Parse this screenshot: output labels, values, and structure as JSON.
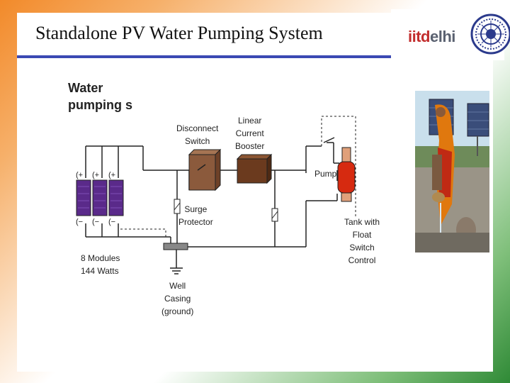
{
  "slide": {
    "title": "Standalone PV Water Pumping System",
    "subtitle": "Water pumping s",
    "logo": {
      "text_red": "iitd",
      "text_gray": "elhi"
    }
  },
  "diagram": {
    "labels": {
      "disconnect_switch": [
        "Disconnect",
        "Switch"
      ],
      "linear_current_booster": [
        "Linear",
        "Current",
        "Booster"
      ],
      "pump": "Pump",
      "surge_protector": [
        "Surge",
        "Protector"
      ],
      "tank": [
        "Tank with",
        "Float",
        "Switch",
        "Control"
      ],
      "modules": [
        "8 Modules",
        "144 Watts"
      ],
      "well_casing": [
        "Well",
        "Casing",
        "(ground)"
      ],
      "module_plus": "(+",
      "module_minus": "(−"
    }
  },
  "colors": {
    "title_rule": "#3b49b3",
    "panel": "#5a2a8a",
    "switch_box": "#8b5a3c",
    "booster": "#6b3a1e",
    "pump": "#d62a10"
  }
}
